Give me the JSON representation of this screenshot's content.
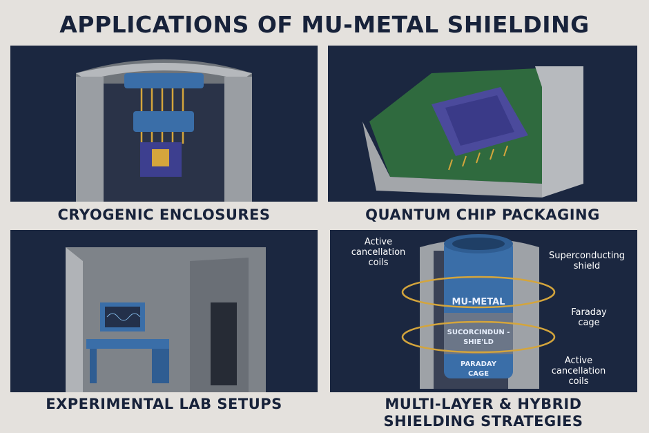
{
  "title": "APPLICATIONS OF MU-METAL SHIELDING",
  "panels": [
    {
      "caption": "CRYOGENIC ENCLOSURES"
    },
    {
      "caption": "QUANTUM CHIP PACKAGING"
    },
    {
      "caption": "EXPERIMENTAL LAB SETUPS"
    },
    {
      "caption": "MULTI-LAYER & HYBRID SHIELDING STRATEGIES",
      "labels": {
        "top_left": "Active cancellation coils",
        "top_right": "Superconducting shield",
        "mid_right": "Faraday cage",
        "bottom_right": "Active cancellation coils"
      },
      "layers": [
        "MU-METAL",
        "SUCORCINDUN - SHIE'LD",
        "PARADAY CAGE"
      ]
    }
  ],
  "colors": {
    "background": "#e4e1dd",
    "panel": "#1b2740",
    "metal": "#8d9196",
    "blue": "#3a6ea8",
    "gold": "#d4a53c",
    "pcb": "#2f6a3e",
    "chip": "#4b4a9c"
  }
}
